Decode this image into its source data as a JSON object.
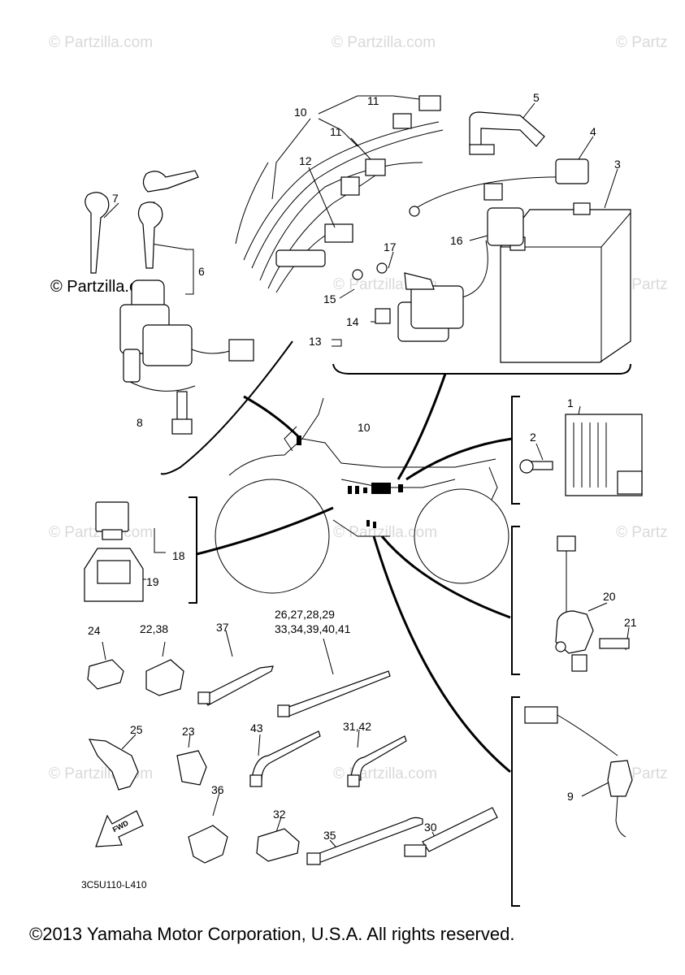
{
  "watermarks": [
    "© Partzilla.com",
    "© Partzilla.com",
    "© Partz",
    "© Partzilla.com",
    "© Partzilla.com",
    "© Partz",
    "© Partzilla.com",
    "© Partzilla.com",
    "© Partz",
    "© Partzilla.com",
    "© Partzilla.com",
    "© Partz"
  ],
  "watermark_strong": "© Partzilla.com",
  "callouts": [
    "1",
    "2",
    "3",
    "4",
    "5",
    "6",
    "7",
    "8",
    "9",
    "10",
    "10",
    "11",
    "11",
    "12",
    "13",
    "14",
    "15",
    "16",
    "17",
    "18",
    "19",
    "20",
    "21",
    "22,38",
    "23",
    "24",
    "25",
    "26,27,28,29",
    "33,34,39,40,41",
    "30",
    "31,42",
    "32",
    "35",
    "36",
    "37",
    "43"
  ],
  "fwd_label": "FWD",
  "diagram_code": "3C5U110-L410",
  "copyright": "©2013 Yamaha Motor Corporation, U.S.A. All rights reserved."
}
